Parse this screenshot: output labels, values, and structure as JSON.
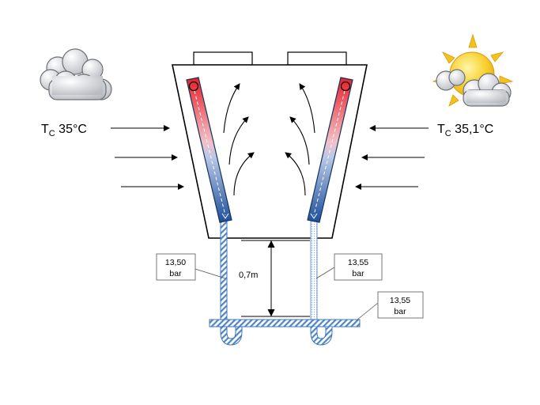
{
  "labels": {
    "left_temp": {
      "main": "T",
      "sub": "C",
      "value": " 35°C"
    },
    "right_temp": {
      "main": "T",
      "sub": "C",
      "value": " 35,1°C"
    },
    "height": "0,7m"
  },
  "pressure_boxes": [
    {
      "value": "13,50",
      "unit": "bar"
    },
    {
      "value": "13,55",
      "unit": "bar"
    },
    {
      "value": "13,55",
      "unit": "bar"
    }
  ],
  "icons": {
    "left_weather": "cloud-icon",
    "right_weather": "sun-cloud-icon"
  },
  "colors": {
    "hot": "#e8202a",
    "cold": "#1d4f9c",
    "pipe": "#5b8fcf",
    "outline": "#000000"
  }
}
